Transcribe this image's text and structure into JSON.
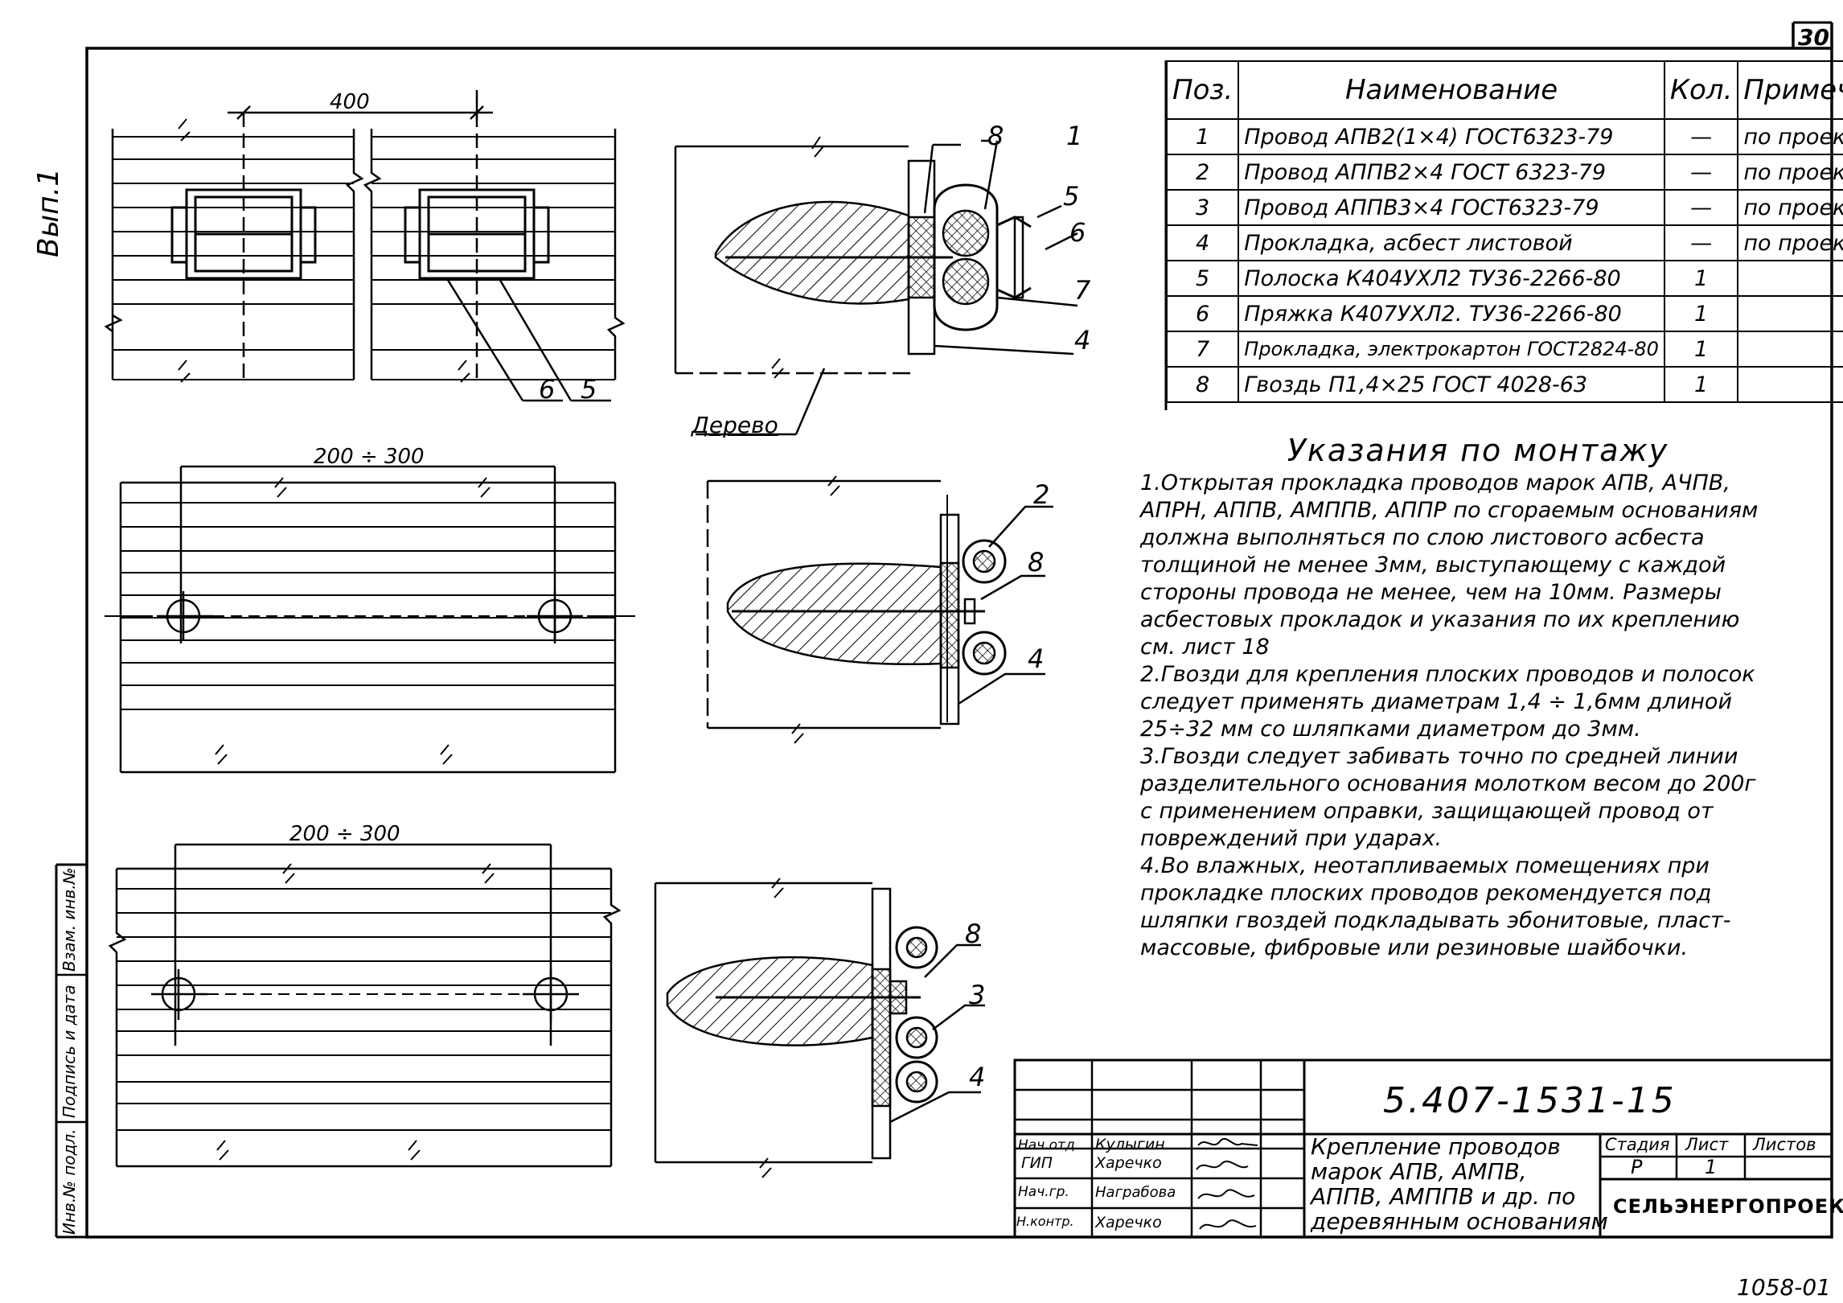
{
  "sheet_number": "30",
  "bottom_right_code": "1058-01",
  "left_margin": {
    "variant": "Вып.1",
    "labels": [
      "Инв.№ подл.",
      "Подпись и дата",
      "Взам. инв.№"
    ]
  },
  "drawings": {
    "dim_top": "400",
    "dim_middle": "200 ÷ 300",
    "dim_bottom": "200 ÷ 300",
    "label_wood": "Дерево",
    "callouts_top": [
      "8",
      "1",
      "5",
      "6",
      "7",
      "4"
    ],
    "callouts_plan_top": [
      "6",
      "5"
    ],
    "callouts_middle": [
      "2",
      "8",
      "4"
    ],
    "callouts_bottom": [
      "8",
      "3",
      "4"
    ]
  },
  "spec_table": {
    "headers": [
      "Поз.",
      "Наименование",
      "Кол.",
      "Примечание"
    ],
    "rows": [
      {
        "pos": "1",
        "name": "Провод АПВ2(1×4) ГОСТ6323-79",
        "qty": "—",
        "note": "по проекту"
      },
      {
        "pos": "2",
        "name": "Провод АППВ2×4 ГОСТ 6323-79",
        "qty": "—",
        "note": "по проекту"
      },
      {
        "pos": "3",
        "name": "Провод АППВ3×4 ГОСТ6323-79",
        "qty": "—",
        "note": "по проекту"
      },
      {
        "pos": "4",
        "name": "Прокладка, асбест листовой",
        "qty": "—",
        "note": "по проекту"
      },
      {
        "pos": "5",
        "name": "Полоска К404УХЛ2 ТУ36-2266-80",
        "qty": "1",
        "note": ""
      },
      {
        "pos": "6",
        "name": "Пряжка К407УХЛ2. ТУ36-2266-80",
        "qty": "1",
        "note": ""
      },
      {
        "pos": "7",
        "name": "Прокладка, электрокартон ГОСТ2824-80",
        "qty": "1",
        "note": ""
      },
      {
        "pos": "8",
        "name": "Гвоздь П1,4×25 ГОСТ 4028-63",
        "qty": "1",
        "note": ""
      }
    ]
  },
  "notes": {
    "title": "Указания по монтажу",
    "lines": [
      "1.Открытая прокладка проводов марок АПВ, АЧПВ,",
      "АПРН, АППВ, АМППВ, АППР по сгораемым основаниям",
      "должна выполняться по слою листового асбеста",
      "толщиной не менее 3мм, выступающему с каждой",
      "стороны провода не менее, чем на 10мм. Размеры",
      "асбестовых прокладок и указания по их креплению",
      "см. лист 18",
      "2.Гвозди для крепления плоских проводов и полосок",
      "следует применять диаметрам 1,4 ÷ 1,6мм длиной",
      "25÷32 мм со шляпками диаметром до 3мм.",
      "3.Гвозди следует забивать точно по средней линии",
      "разделительного основания молотком весом до 200г",
      "с применением оправки, защищающей провод от",
      "повреждений при ударах.",
      "4.Во влажных, неотапливаемых помещениях при",
      "прокладке плоских проводов рекомендуется под",
      "шляпки гвоздей подкладывать эбонитовые, пласт-",
      "массовые, фибровые или резиновые шайбочки."
    ]
  },
  "title_block": {
    "doc_code": "5.407-1531-15",
    "roles": [
      "Нач.отд.",
      "ГИП",
      "Нач.гр.",
      "Н.контр."
    ],
    "names": [
      "Кулыгин",
      "Харечко",
      "Награбова",
      "Харечко"
    ],
    "title_lines": [
      "Крепление проводов",
      "марок АПВ, АМПВ,",
      "АППВ, АМППВ и др. по",
      "деревянным основаниям"
    ],
    "stage_header": "Стадия",
    "sheet_header": "Лист",
    "sheets_header": "Листов",
    "stage": "Р",
    "sheet": "1",
    "organization": "СЕЛЬЭНЕРГОПРОЕКТ"
  }
}
